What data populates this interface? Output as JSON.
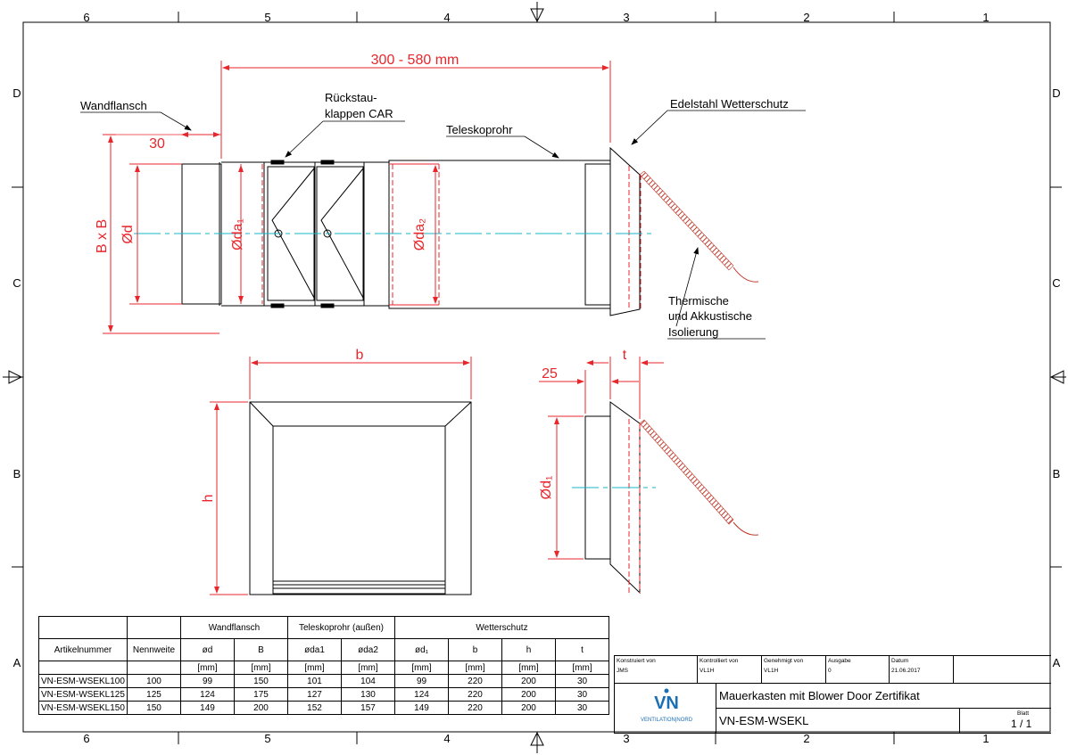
{
  "frame": {
    "top_numbers": [
      "6",
      "5",
      "4",
      "3",
      "2",
      "1"
    ],
    "bottom_numbers": [
      "6",
      "5",
      "4",
      "3",
      "2",
      "1"
    ],
    "left_letters": [
      "D",
      "C",
      "B",
      "A"
    ],
    "right_letters": [
      "D",
      "C",
      "B",
      "A"
    ]
  },
  "labels": {
    "length": "300 - 580 mm",
    "wandflansch": "Wandflansch",
    "rueckstau_1": "Rückstau-",
    "rueckstau_2": "klappen CAR",
    "teleskoprohr": "Teleskoprohr",
    "edelstahl": "Edelstahl Wetterschutz",
    "dim_30": "30",
    "bxb": "B x B",
    "od": "Ød",
    "oda1": "Øda₁",
    "oda2": "Øda₂",
    "thermisch_1": "Thermische",
    "thermisch_2": "und Akkustische",
    "thermisch_3": "Isolierung",
    "dim_b": "b",
    "dim_h": "h",
    "dim_25": "25",
    "dim_t": "t",
    "od1": "Ød₁"
  },
  "table": {
    "groups": [
      "Wandflansch",
      "Teleskoprohr (außen)",
      "Wetterschutz"
    ],
    "headers": [
      "Artikelnummer",
      "Nennweite",
      "ød",
      "B",
      "øda1",
      "øda2",
      "ød₁",
      "b",
      "h",
      "t"
    ],
    "units": [
      "",
      "",
      "[mm]",
      "[mm]",
      "[mm]",
      "[mm]",
      "[mm]",
      "[mm]",
      "[mm]",
      "[mm]"
    ],
    "rows": [
      [
        "VN-ESM-WSEKL100",
        "100",
        "99",
        "150",
        "101",
        "104",
        "99",
        "220",
        "200",
        "30"
      ],
      [
        "VN-ESM-WSEKL125",
        "125",
        "124",
        "175",
        "127",
        "130",
        "124",
        "220",
        "200",
        "30"
      ],
      [
        "VN-ESM-WSEKL150",
        "150",
        "149",
        "200",
        "152",
        "157",
        "149",
        "220",
        "200",
        "30"
      ]
    ]
  },
  "title_block": {
    "konstruiert_label": "Konstruiert von",
    "konstruiert_value": "JMS",
    "kontrolliert_label": "Kontrolliert von",
    "kontrolliert_value": "VL1H",
    "genehmigt_label": "Genehmigt von",
    "genehmigt_value": "VL1H",
    "ausgabe_label": "Ausgabe",
    "ausgabe_value": "0",
    "datum_label": "Datum",
    "datum_value": "21.06.2017",
    "title": "Mauerkasten mit Blower Door Zertifikat",
    "number": "VN-ESM-WSEKL",
    "blatt_label": "Blatt",
    "blatt_value": "1 / 1",
    "logo_mark": "VN",
    "logo_text": "VENTILATION|NORD"
  },
  "colors": {
    "dimension": "#e8262b",
    "centerline": "#19b6c8",
    "logo": "#1b6fb5",
    "hatch": "#c0392b"
  }
}
